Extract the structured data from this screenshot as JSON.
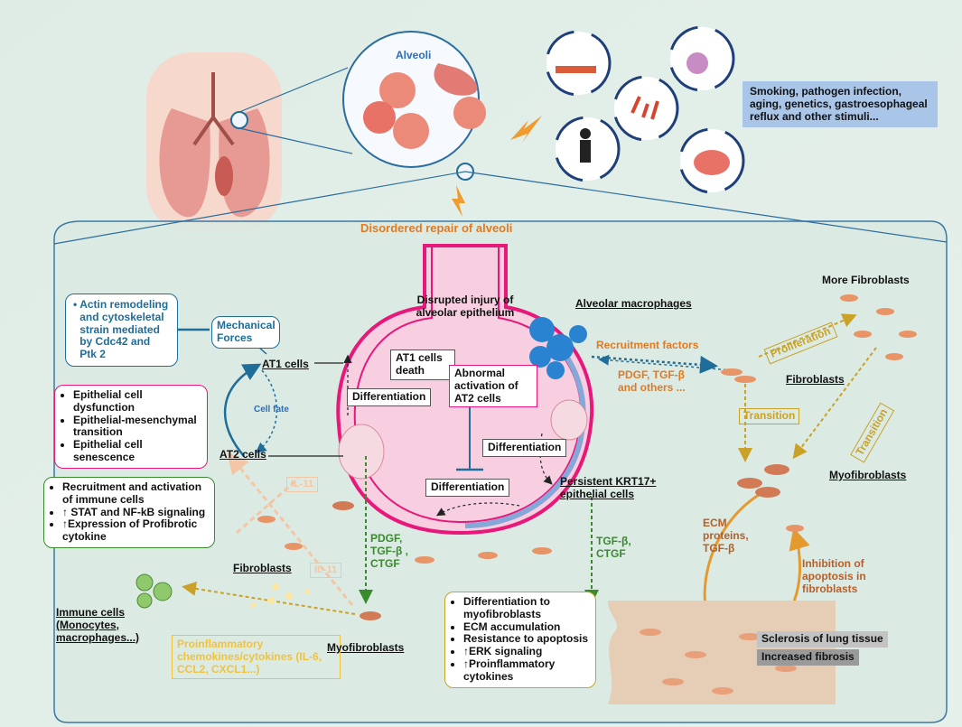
{
  "title_bar": {
    "alveoli_label": "Alveoli",
    "disordered_repair": "Disordered repair of alveoli"
  },
  "stimuli_note": "Smoking, pathogen infection, aging, genetics, gastroesophageal reflux and other stimuli...",
  "mechanical": {
    "actin_box": "Actin remodeling and cytoskeletal strain mediated by Cdc42 and Ptk 2",
    "forces_label": "Mechanical Forces"
  },
  "at1_cells": "AT1 cells",
  "at2_cells": "AT2 cells",
  "cell_fate": "Cell fate",
  "epithelial_box": [
    "Epithelial cell dysfunction",
    "Epithelial-mesenchymal transition",
    "Epithelial cell senescence"
  ],
  "immune_box": [
    "Recruitment and activation of immune cells",
    "↑ STAT and NF-kB signaling",
    "↑Expression of Profibrotic cytokine"
  ],
  "immune_cells": "Immune cells (Monocytes, macrophages...)",
  "proinflammatory": "Proinflammatory chemokines/cytokines (IL-6, CCL2, CXCL1...)",
  "il11_top": "IL-11",
  "il11_bottom": "IL-11",
  "fibroblasts_left": "Fibroblasts",
  "myofibroblasts_bottom": "Myofibroblasts",
  "myo_box": [
    "Differentiation to myofibroblasts",
    "ECM accumulation",
    "Resistance to apoptosis",
    "↑ERK signaling",
    "↑Proinflammatory cytokines"
  ],
  "alveolus": {
    "disrupted": "Disrupted injury of alveolar epithelium",
    "at1_death": "AT1 cells death",
    "abnormal": "Abnormal activation of AT2 cells",
    "diff_left": "Differentiation",
    "diff_right": "Differentiation",
    "diff_bottom": "Differentiation",
    "alveolar_macrophages": "Alveolar macrophages",
    "persistent": "Persistent KRT17+ epithelial cells"
  },
  "pdgf_left": "PDGF, TGF-β , CTGF",
  "tgf_mid": "TGF-β, CTGF",
  "recruitment_factors": "Recruitment factors",
  "pdgf_right": "PDGF, TGF-β and others ...",
  "right": {
    "more_fibroblasts": "More Fibroblasts",
    "proliferation": "Proliferation",
    "fibroblasts": "Fibroblasts",
    "transition_left": "Transition",
    "transition_right": "Transition",
    "myofibroblasts": "Myofibroblasts",
    "ecm": "ECM proteins, TGF-β",
    "inhibition": "Inhibition of apoptosis in fibroblasts",
    "sclerosis": "Sclerosis of lung tissue",
    "increased": "Increased fibrosis"
  },
  "colors": {
    "blue_dark": "#1f6d99",
    "pink": "#e8177a",
    "orange": "#e07b23",
    "green": "#3a8a2e",
    "gold": "#c9a227"
  }
}
